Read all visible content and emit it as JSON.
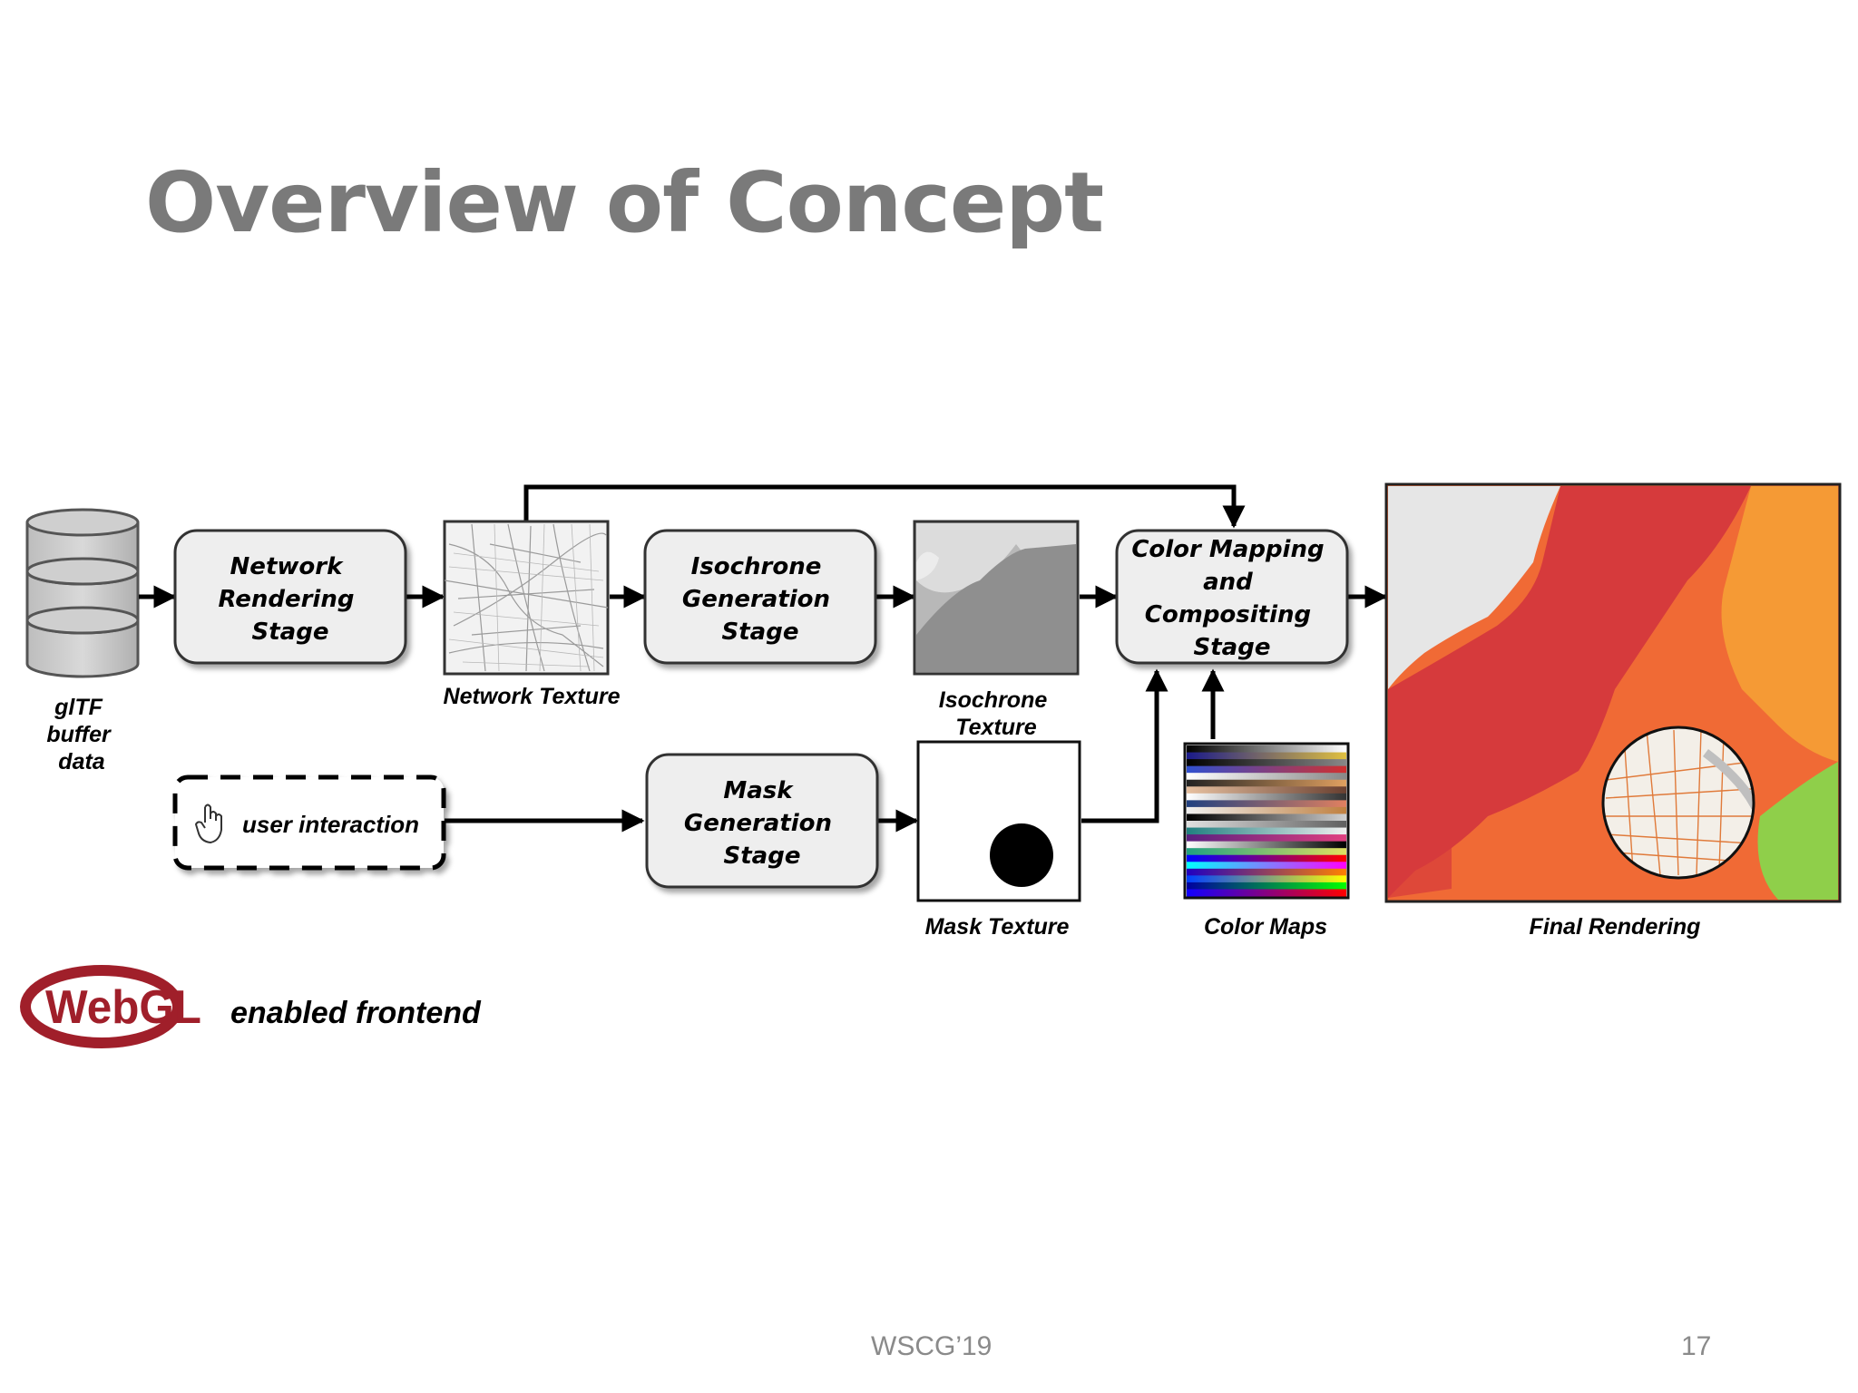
{
  "slide": {
    "title": "Overview of Concept",
    "footer_conference": "WSCG’19",
    "page_number": "17"
  },
  "diagram": {
    "stages": {
      "network_rendering": [
        "Network",
        "Rendering",
        "Stage"
      ],
      "isochrone_generation": [
        "Isochrone",
        "Generation",
        "Stage"
      ],
      "color_mapping": [
        "Color Mapping",
        "and",
        "Compositing",
        "Stage"
      ],
      "mask_generation": [
        "Mask",
        "Generation",
        "Stage"
      ]
    },
    "labels": {
      "gltf": [
        "glTF",
        "buffer",
        "data"
      ],
      "network_texture": "Network Texture",
      "isochrone_texture": [
        "Isochrone",
        "Texture"
      ],
      "mask_texture": "Mask Texture",
      "color_maps": "Color Maps",
      "final_rendering": "Final Rendering",
      "user_interaction": "user interaction",
      "webgl_logo": "WebGL",
      "webgl_caption": "enabled frontend"
    },
    "colors": {
      "stage_fill": "#eeeeee",
      "arrow": "#000000",
      "webgl_red": "#a01f2a",
      "title_gray": "#7a7a7a",
      "isochrone_red": "#d63a3c",
      "isochrone_orange": "#f06a35",
      "isochrone_amber": "#f59a35",
      "isochrone_green": "#8fcf4a"
    },
    "icons": [
      "database-icon",
      "hand-pointer-icon",
      "webgl-logo"
    ]
  }
}
